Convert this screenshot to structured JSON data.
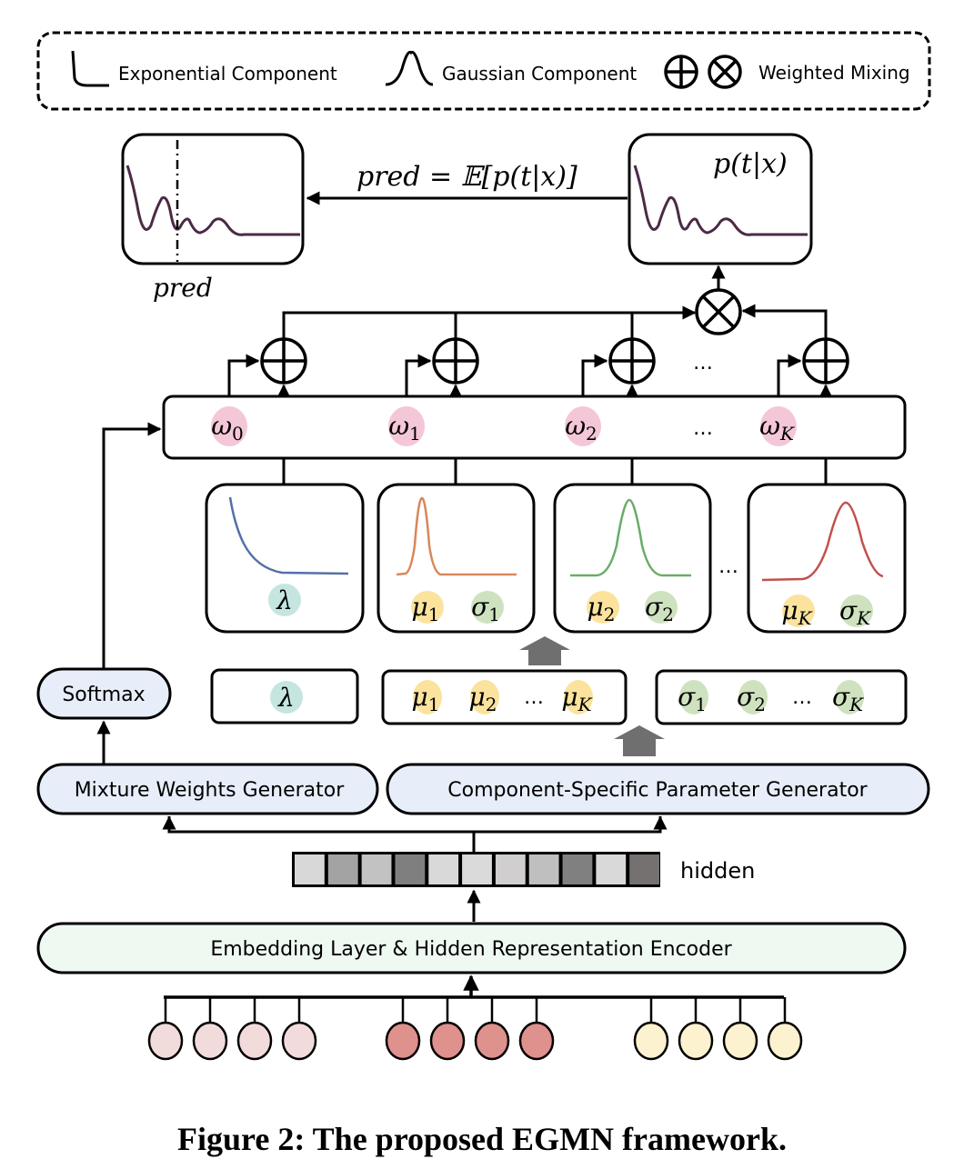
{
  "legend": {
    "exponential_label": "Exponential Component",
    "gaussian_label": "Gaussian Component",
    "mixing_label": "Weighted Mixing"
  },
  "output": {
    "formula": "pred = 𝔼[p(t|x)]",
    "density_label": "p(t|x)",
    "pred_label": "pred"
  },
  "weights": {
    "items": [
      {
        "sym": "ω",
        "sub": "0"
      },
      {
        "sym": "ω",
        "sub": "1"
      },
      {
        "sym": "ω",
        "sub": "2"
      },
      {
        "sym": "ω",
        "sub": "K"
      }
    ],
    "ellipsis": "…"
  },
  "components": {
    "exponential": {
      "param": "λ"
    },
    "gaussians": [
      {
        "mu": {
          "sym": "μ",
          "sub": "1"
        },
        "sigma": {
          "sym": "σ",
          "sub": "1"
        }
      },
      {
        "mu": {
          "sym": "μ",
          "sub": "2"
        },
        "sigma": {
          "sym": "σ",
          "sub": "2"
        }
      },
      {
        "mu": {
          "sym": "μ",
          "sub": "K"
        },
        "sigma": {
          "sym": "σ",
          "sub": "K"
        }
      }
    ],
    "ellipsis": "…"
  },
  "params": {
    "lambda": "λ",
    "mus": [
      {
        "sym": "μ",
        "sub": "1"
      },
      {
        "sym": "μ",
        "sub": "2"
      },
      {
        "sym": "μ",
        "sub": "K"
      }
    ],
    "sigmas": [
      {
        "sym": "σ",
        "sub": "1"
      },
      {
        "sym": "σ",
        "sub": "2"
      },
      {
        "sym": "σ",
        "sub": "K"
      }
    ],
    "ellipsis": "…"
  },
  "modules": {
    "softmax": "Softmax",
    "mixture_weights": "Mixture Weights Generator",
    "component_params": "Component-Specific Parameter Generator",
    "encoder": "Embedding Layer & Hidden Representation Encoder",
    "hidden_label": "hidden"
  },
  "hidden_vector": [
    "#d8d8d8",
    "#a3a3a3",
    "#c2c2c2",
    "#7f7f7f",
    "#d9d9d9",
    "#dadada",
    "#d0cece",
    "#bfbfbf",
    "#808080",
    "#d9d9d9",
    "#767171"
  ],
  "input_groups": [
    {
      "color": "#f2dcdb",
      "count": 4
    },
    {
      "color": "#df918d",
      "count": 4
    },
    {
      "color": "#fdf2d0",
      "count": 4
    }
  ],
  "colors": {
    "weight_bubble": "#f4c7d8",
    "lambda_bubble": "#c5e6e0",
    "mu_bubble": "#fbe39e",
    "sigma_bubble": "#cfe2c0",
    "module_fill": "#e7eefa",
    "encoder_fill": "#eefaf1",
    "density_curve": "#4b2a45",
    "exp_curve": "#5470a8",
    "gauss1_curve": "#d8875a",
    "gauss2_curve": "#6aab6a",
    "gaussK_curve": "#c0504d"
  },
  "caption": "Figure 2: The proposed EGMN framework."
}
